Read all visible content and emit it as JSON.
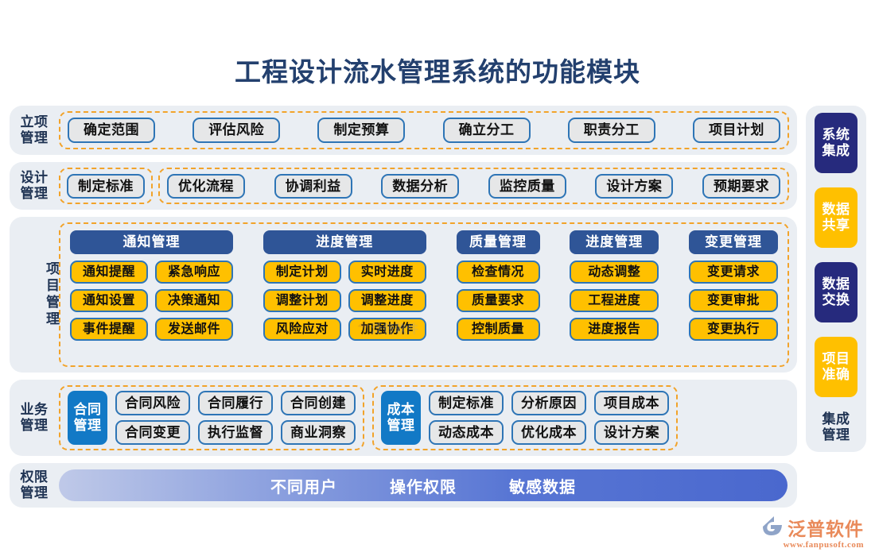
{
  "title": "工程设计流水管理系统的功能模块",
  "rows": [
    {
      "label": "立项\n管理",
      "label_line1": "立项",
      "label_line2": "管理",
      "items": [
        "确定范围",
        "评估风险",
        "制定预算",
        "确立分工",
        "职责分工",
        "项目计划"
      ]
    },
    {
      "label_line1": "设计",
      "label_line2": "管理",
      "group_left": [
        "制定标准"
      ],
      "group_right": [
        "优化流程",
        "协调利益",
        "数据分析",
        "监控质量",
        "设计方案",
        "预期要求"
      ]
    }
  ],
  "initiation": {
    "label_line1": "立项",
    "label_line2": "管理",
    "items": [
      "确定范围",
      "评估风险",
      "制定预算",
      "确立分工",
      "职责分工",
      "项目计划"
    ]
  },
  "design": {
    "label_line1": "设计",
    "label_line2": "管理",
    "group_left": [
      "制定标准"
    ],
    "group_right": [
      "优化流程",
      "协调利益",
      "数据分析",
      "监控质量",
      "设计方案",
      "预期要求"
    ]
  },
  "project": {
    "label": "项目管理",
    "columns": [
      {
        "head": "通知管理",
        "items": [
          "通知提醒",
          "紧急响应",
          "通知设置",
          "决策通知",
          "事件提醒",
          "发送邮件"
        ]
      },
      {
        "head": "进度管理",
        "items": [
          "制定计划",
          "实时进度",
          "调整计划",
          "调整进度",
          "风险应对",
          "加强协作"
        ]
      },
      {
        "head": "质量管理",
        "items": [
          "检查情况",
          "质量要求",
          "控制质量"
        ]
      },
      {
        "head": "进度管理",
        "items": [
          "动态调整",
          "工程进度",
          "进度报告"
        ]
      },
      {
        "head": "变更管理",
        "items": [
          "变更请求",
          "变更审批",
          "变更执行"
        ]
      }
    ]
  },
  "business": {
    "label_line1": "业务",
    "label_line2": "管理",
    "contract": {
      "title_line1": "合同",
      "title_line2": "管理",
      "columns": [
        [
          "合同风险",
          "合同变更"
        ],
        [
          "合同履行",
          "执行监督"
        ],
        [
          "合同创建",
          "商业洞察"
        ]
      ]
    },
    "cost": {
      "title_line1": "成本",
      "title_line2": "管理",
      "columns": [
        [
          "制定标准",
          "动态成本"
        ],
        [
          "分析原因",
          "优化成本"
        ],
        [
          "项目成本",
          "设计方案"
        ]
      ]
    }
  },
  "permission": {
    "label_line1": "权限",
    "label_line2": "管理",
    "items": [
      "不同用户",
      "操作权限",
      "敏感数据"
    ]
  },
  "sidebar": {
    "boxes": [
      {
        "line1": "系统",
        "line2": "集成",
        "style": "navy"
      },
      {
        "line1": "数据",
        "line2": "共享",
        "style": "yellow"
      },
      {
        "line1": "数据",
        "line2": "交换",
        "style": "navy"
      },
      {
        "line1": "项目",
        "line2": "准确",
        "style": "yellow"
      }
    ],
    "footer_line1": "集成",
    "footer_line2": "管理"
  },
  "logo": {
    "name": "泛普软件",
    "url": "www.fanpusoft.com"
  },
  "watermark": {
    "text": "泛普软件"
  },
  "colors": {
    "title": "#23406E",
    "row_bg": "#EAEEF3",
    "dash_border": "#F2A32A",
    "pill_bg": "#E6E7E8",
    "pill_border": "#2E75B6",
    "yellow": "#FFC000",
    "header_blue": "#2F5597",
    "accent_blue": "#1279C6",
    "navy": "#262A7D",
    "logo_orange": "#E98A5A"
  }
}
